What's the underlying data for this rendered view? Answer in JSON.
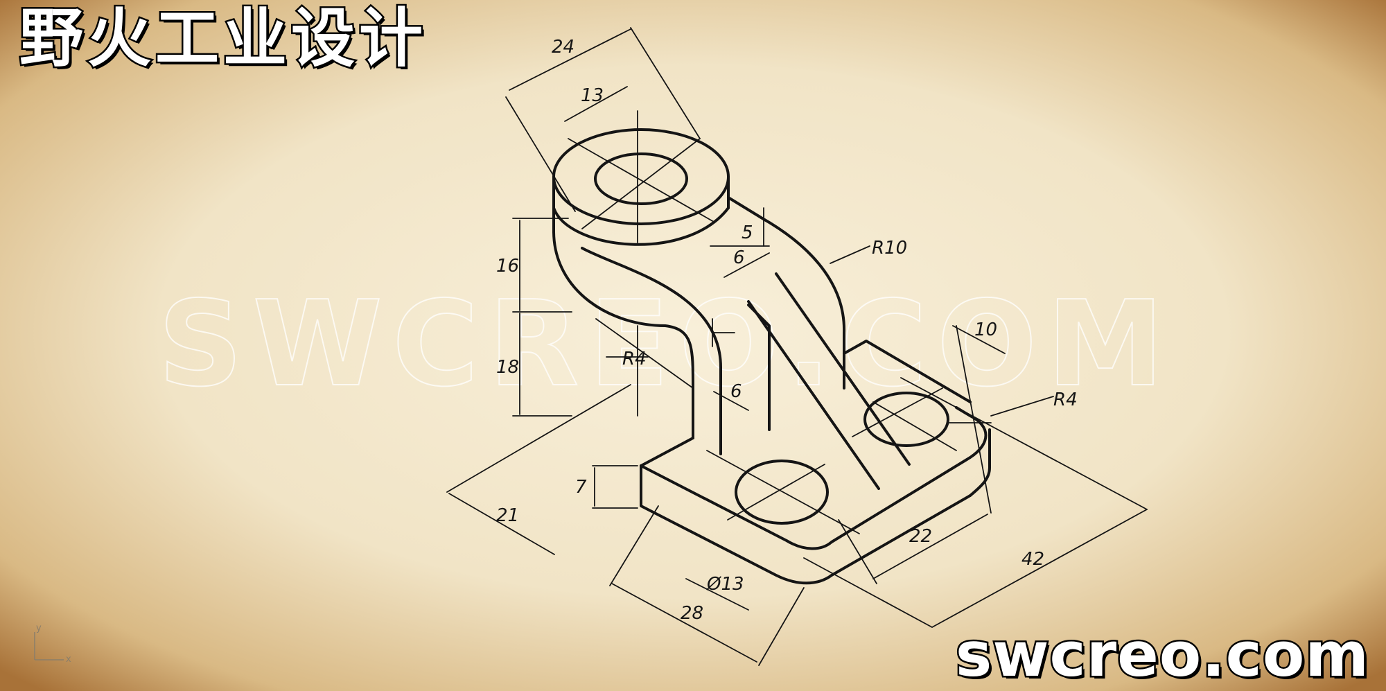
{
  "header": {
    "title": "野火工业设计"
  },
  "footer": {
    "brand": "swcreo.com"
  },
  "watermark": {
    "text": "SWCREO.COM"
  },
  "axes": {
    "x": "x",
    "y": "y"
  },
  "dimensions": {
    "d24": "24",
    "d13": "13",
    "d5": "5",
    "d6a": "6",
    "r10": "R10",
    "d16": "16",
    "d18": "18",
    "r4a": "R4",
    "d6b": "6",
    "d10": "10",
    "r4b": "R4",
    "d7": "7",
    "d21": "21",
    "d22": "22",
    "d42": "42",
    "dia13": "Ø13",
    "d28": "28"
  },
  "colors": {
    "paper": "#efe2c4",
    "paper_edge": "#b98a4a",
    "ink": "#151515"
  }
}
